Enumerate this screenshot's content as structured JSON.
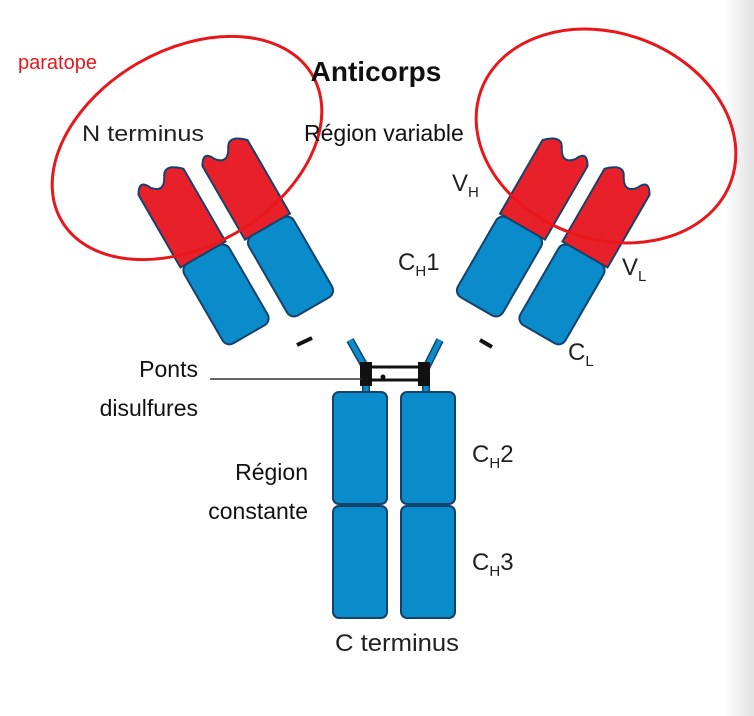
{
  "title": "Anticorps",
  "labels": {
    "paratope": "paratope",
    "region_variable": "Région variable",
    "n_terminus": "N terminus",
    "c_terminus": "C terminus",
    "vh_main": "V",
    "vh_sub": "H",
    "vl_main": "V",
    "vl_sub": "L",
    "ch1_main": "C",
    "ch1_sub": "H",
    "ch1_num": "1",
    "cl_main": "C",
    "cl_sub": "L",
    "ch2_main": "C",
    "ch2_sub": "H",
    "ch2_num": "2",
    "ch3_main": "C",
    "ch3_sub": "H",
    "ch3_num": "3",
    "ponts_line1": "Ponts",
    "ponts_line2": "disulfures",
    "region_const_line1": "Région",
    "region_const_line2": "constante"
  },
  "colors": {
    "variable_domain": "#e8202a",
    "constant_domain": "#0a8ccb",
    "domain_outline": "#16416b",
    "annotation_red": "#e8171b",
    "bond": "#111111"
  }
}
